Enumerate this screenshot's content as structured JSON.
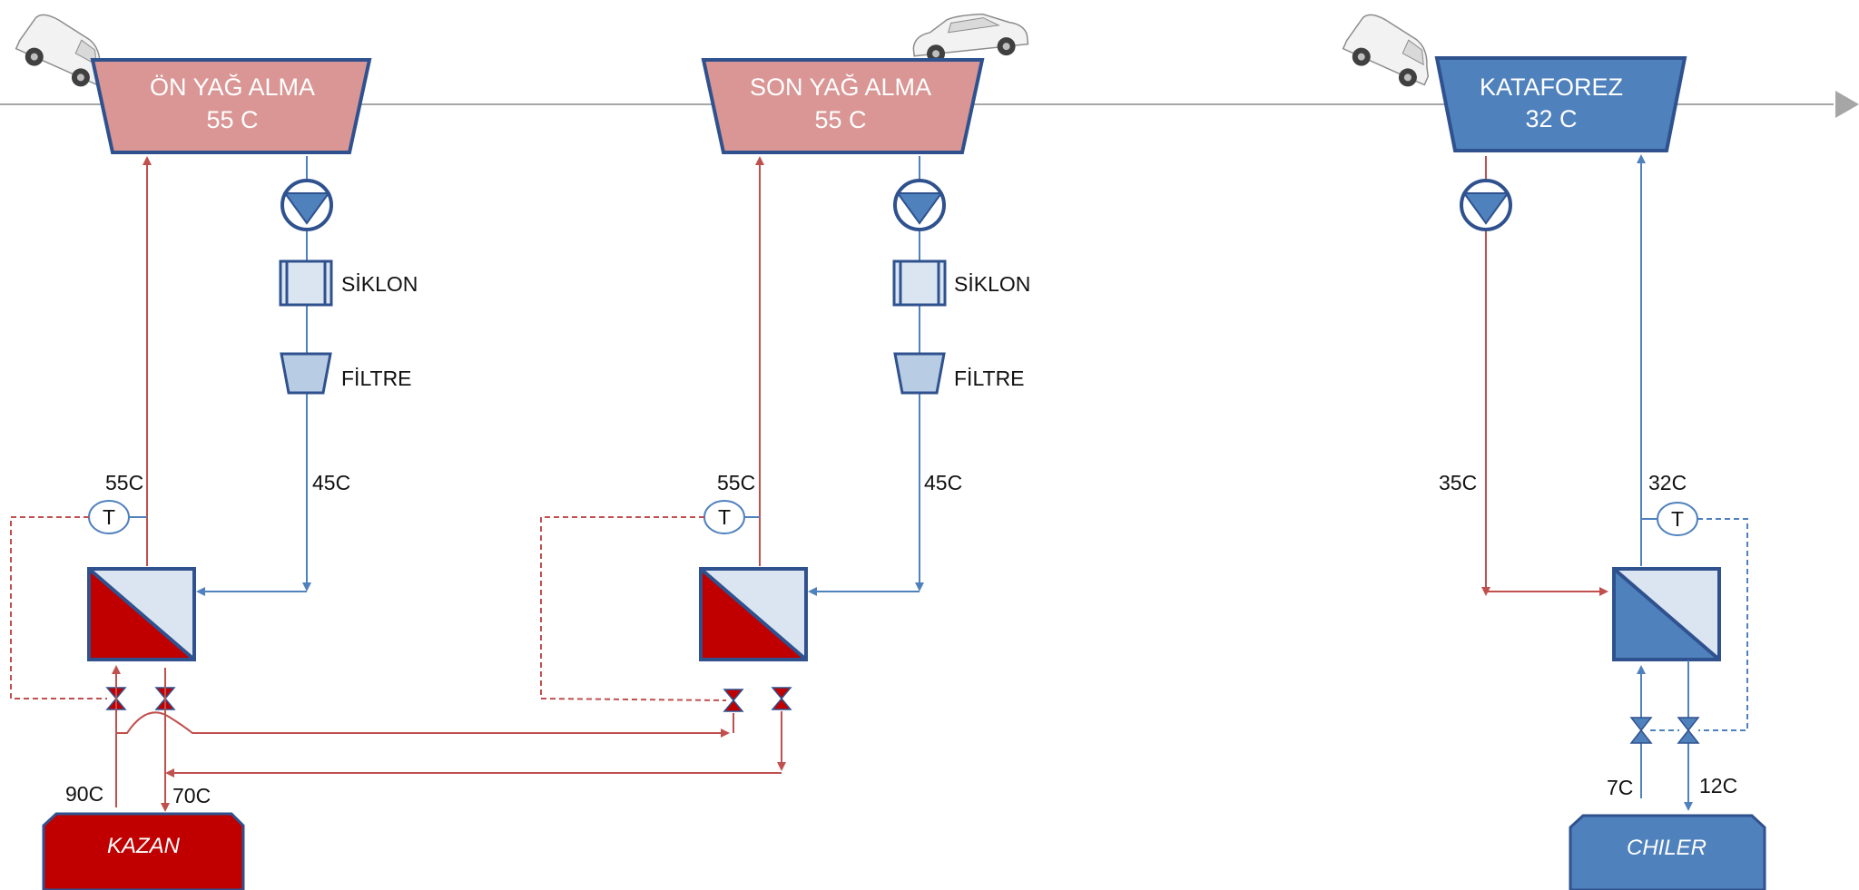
{
  "tanks": [
    {
      "name": "ÖN YAĞ ALMA",
      "temp": "55 C"
    },
    {
      "name": "SON YAĞ ALMA",
      "temp": "55 C"
    },
    {
      "name": "KATAFOREZ",
      "temp": "32 C"
    }
  ],
  "component_labels": {
    "cyclone": "SİKLON",
    "filter": "FİLTRE"
  },
  "sensor_symbol": "T",
  "line_temps": {
    "on_return": "55C",
    "on_supply": "45C",
    "son_return": "55C",
    "son_supply": "45C",
    "kataforez_out": "35C",
    "kataforez_in": "32C",
    "boiler_supply": "90C",
    "boiler_return": "70C",
    "chiler_supply": "7C",
    "chiler_return": "12C"
  },
  "units": {
    "boiler": "KAZAN",
    "chiller": "CHILER"
  },
  "colors": {
    "hot": "#c0504d",
    "hot_fill": "#c00000",
    "hot_tank": "#d99694",
    "cold": "#4f81bd",
    "cold_fill": "#4f81bd",
    "outline": "#2f528f",
    "light_fill": "#dbe5f1",
    "line_gray": "#a6a6a6"
  }
}
